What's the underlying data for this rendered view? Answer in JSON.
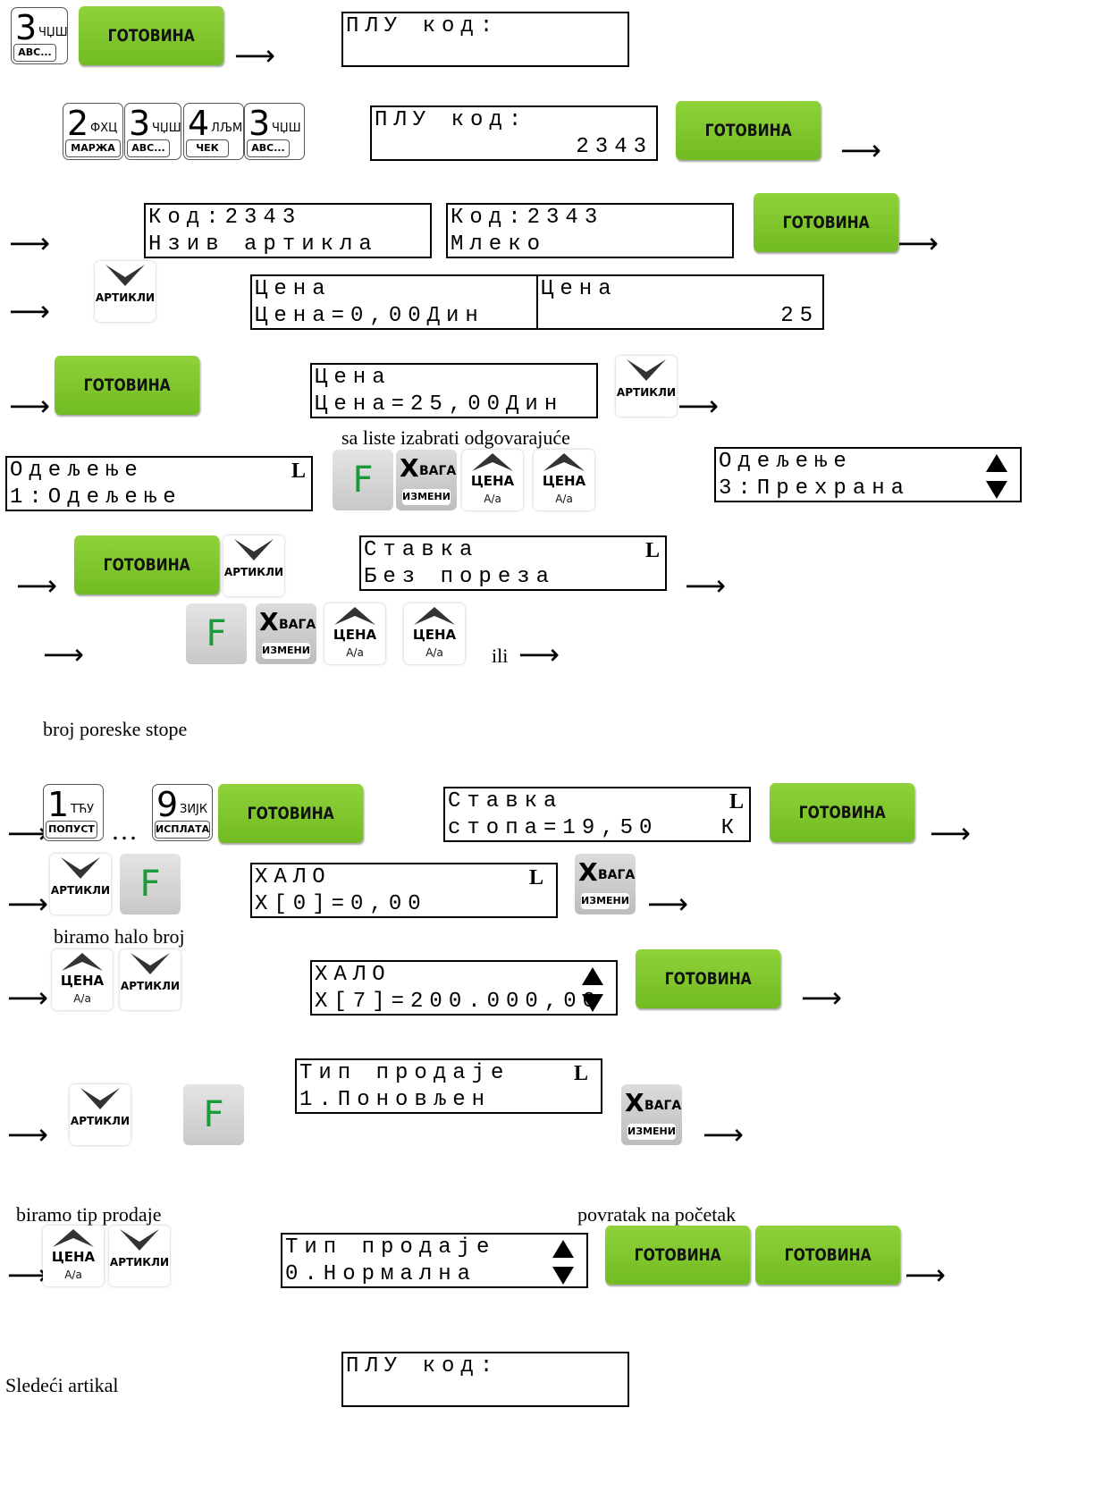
{
  "keys": {
    "gotovina": "ГОТОВИНА",
    "artikli": "АРТИКЛИ",
    "f": "F",
    "x": "X",
    "vaga": "ВАГА",
    "izmeni": "ИЗМЕНИ",
    "cena": "ЦЕНА",
    "cena_sub": "A/a",
    "k3": {
      "digit": "3",
      "top": "ЧЏШ",
      "bot": "ABC..."
    },
    "k2": {
      "digit": "2",
      "top": "ФХЦ",
      "bot": "МАРЖА"
    },
    "k4": {
      "digit": "4",
      "top": "ЛЉМ",
      "bot": "ЧЕК"
    },
    "k1": {
      "digit": "1",
      "top": "ТЋУ",
      "bot": "ПОПУСТ"
    },
    "k9": {
      "digit": "9",
      "top": "ЗИЈК",
      "bot": "ИСПЛАТА"
    }
  },
  "arrow": "⟶",
  "ellipsis": "…",
  "displays": {
    "plu1": {
      "l1": "ПЛУ код:",
      "l2": ""
    },
    "plu2": {
      "l1": "ПЛУ код:",
      "l2": "2343"
    },
    "kod1": {
      "l1": "Код:2343",
      "l2": "Нзив артикла"
    },
    "kod2": {
      "l1": "Код:2343",
      "l2": "Млеко"
    },
    "cena1": {
      "l1": "Цена",
      "l2": "Цена=0,00Дин"
    },
    "cena2": {
      "l1": "Цена",
      "l2": "25"
    },
    "cena3": {
      "l1": "Цена",
      "l2": "Цена=25,00Дин"
    },
    "odel1": {
      "l1": "Одељење",
      "l2": "1:Одељење",
      "mark": "L"
    },
    "odel2": {
      "l1": "Одељење",
      "l2": "3:Прехрана"
    },
    "stavka1": {
      "l1": "Ставка",
      "l2": "Без пореза",
      "mark": "L"
    },
    "stavka2": {
      "l1": "Ставка",
      "l2": "стопа=19,50",
      "mark": "L",
      "mark2": "К"
    },
    "halo1": {
      "l1": "ХАЛО",
      "l2": "X[0]=0,00",
      "mark": "L"
    },
    "halo2": {
      "l1": "ХАЛО",
      "l2": "X[7]=200.000,00"
    },
    "tip1": {
      "l1": "Тип продаје",
      "l2": "1.Поновљен",
      "mark": "L"
    },
    "tip2": {
      "l1": "Тип продаје",
      "l2": "0.Нормална"
    },
    "plu3": {
      "l1": "ПЛУ код:",
      "l2": ""
    }
  },
  "texts": {
    "sa_liste": "sa liste izabrati odgovarajuće",
    "ili": "ili",
    "broj_poreske": "broj poreske stope",
    "biramo_halo": "biramo halo broj",
    "biramo_tip": "biramo tip prodaje",
    "povratak": "povratak na početak",
    "sledeci": "Sledeći artikal"
  }
}
